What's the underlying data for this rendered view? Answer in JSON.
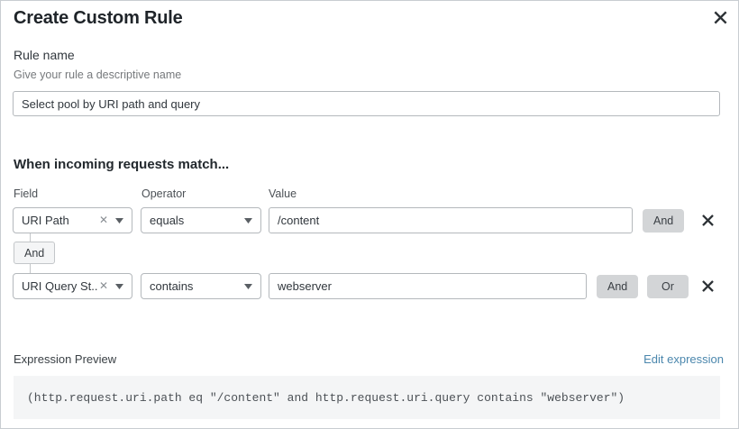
{
  "dialog": {
    "title": "Create Custom Rule",
    "close_label": "close-icon"
  },
  "rule_name": {
    "label": "Rule name",
    "help": "Give your rule a descriptive name",
    "value": "Select pool by URI path and query",
    "placeholder": "Rule name"
  },
  "conditions": {
    "heading": "When incoming requests match...",
    "columns": {
      "field": "Field",
      "operator": "Operator",
      "value": "Value"
    },
    "connector_label": "And",
    "rows": [
      {
        "field": "URI Path",
        "operator": "equals",
        "value": "/content",
        "placeholder": "Value",
        "buttons": [
          "And"
        ],
        "remove_label": "×"
      },
      {
        "field": "URI Query St...",
        "operator": "contains",
        "value": "webserver",
        "placeholder": "Value",
        "buttons": [
          "And",
          "Or"
        ],
        "remove_label": "×"
      }
    ]
  },
  "preview": {
    "label": "Expression Preview",
    "edit_link": "Edit expression",
    "expression": "(http.request.uri.path eq \"/content\" and http.request.uri.query contains \"webserver\")"
  },
  "colors": {
    "link": "#4b87ad",
    "button_bg": "#d3d5d7",
    "preview_bg": "#f4f5f6",
    "border": "#b4b8bc"
  }
}
